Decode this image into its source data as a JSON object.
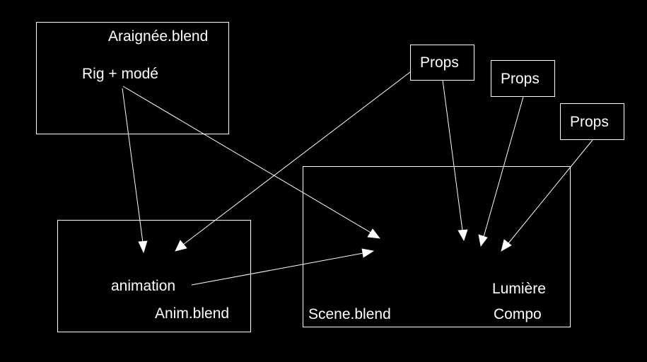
{
  "diagram": {
    "background": "#000000",
    "foreground": "#ffffff",
    "boxes": {
      "araignee": {
        "label": "Araignée.blend"
      },
      "anim": {
        "label": "Anim.blend"
      },
      "scene": {
        "label": "Scene.blend"
      },
      "props1": {
        "label": "Props"
      },
      "props2": {
        "label": "Props"
      },
      "props3": {
        "label": "Props"
      }
    },
    "texts": {
      "rig": "Rig + modé",
      "animation": "animation",
      "lumiere": "Lumière",
      "compo": "Compo"
    },
    "arrows": [
      {
        "from": "rig",
        "to": "animation-slot"
      },
      {
        "from": "rig",
        "to": "scene-slot"
      },
      {
        "from": "props1",
        "to": "animation-slot"
      },
      {
        "from": "animation",
        "to": "scene-slot"
      },
      {
        "from": "props1",
        "to": "scene-props-slot"
      },
      {
        "from": "props2",
        "to": "scene-props-slot"
      },
      {
        "from": "props3",
        "to": "scene-props-slot"
      }
    ]
  }
}
